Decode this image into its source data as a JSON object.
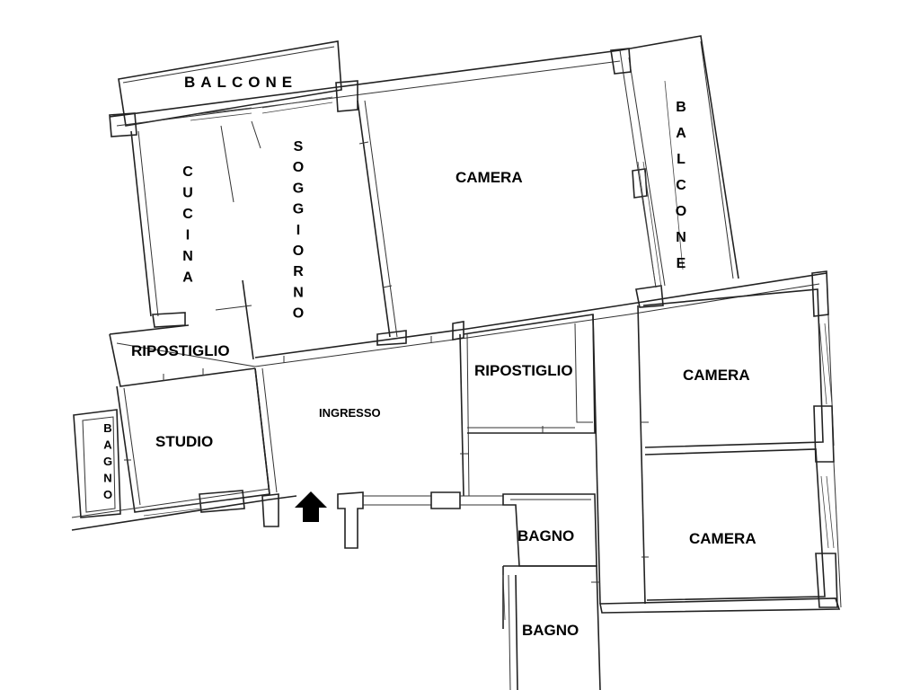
{
  "rooms": {
    "balcone_top": "BALCONE",
    "balcone_right": "BALCONE",
    "cucina": "CUCINA",
    "soggiorno": "SOGGIORNO",
    "camera_top": "CAMERA",
    "ripostiglio_left": "RIPOSTIGLIO",
    "ripostiglio_center": "RIPOSTIGLIO",
    "bagno_left": "BAGNO",
    "studio": "STUDIO",
    "ingresso": "INGRESSO",
    "camera_right_upper": "CAMERA",
    "camera_right_lower": "CAMERA",
    "bagno_upper": "BAGNO",
    "bagno_lower": "BAGNO"
  },
  "icons": {
    "entrance": "entrance-arrow-icon"
  }
}
